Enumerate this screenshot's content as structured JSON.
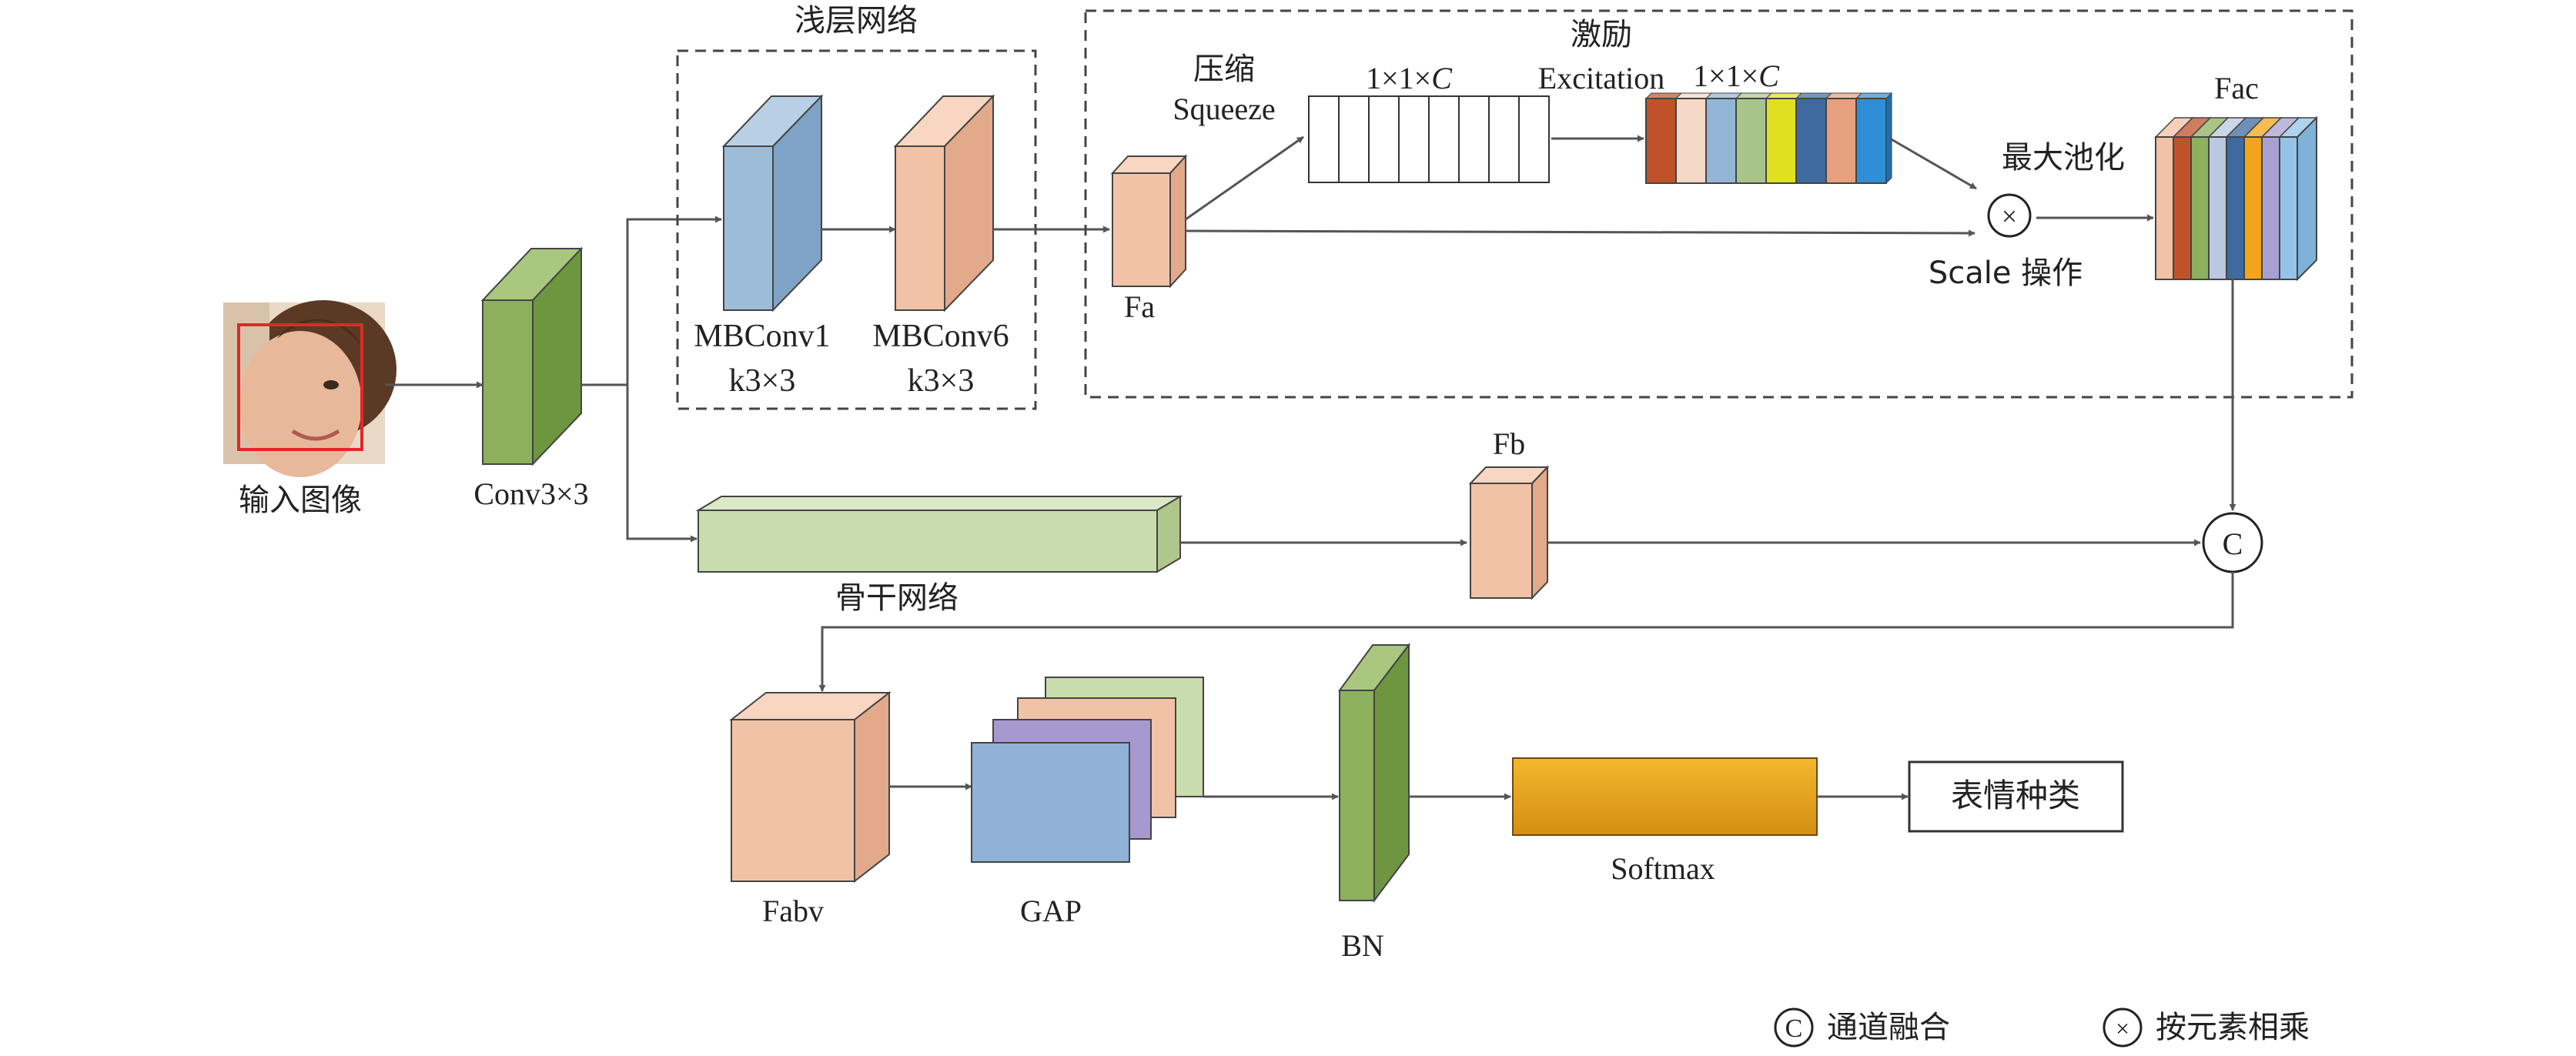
{
  "input": {
    "label": "输入图像"
  },
  "conv": {
    "label": "Conv3×3"
  },
  "shallow": {
    "title": "浅层网络",
    "block1": {
      "name": "MBConv1",
      "kernel": "k3×3"
    },
    "block2": {
      "name": "MBConv6",
      "kernel": "k3×3"
    }
  },
  "attention": {
    "fa_label": "Fa",
    "squeeze_cn": "压缩",
    "squeeze_en": "Squeeze",
    "excitation_cn": "激励",
    "excitation_en": "Excitation",
    "vec1_label": "1×1×C",
    "vec2_label": "1×1×C",
    "maxpool": "最大池化",
    "scale": "Scale 操作",
    "fac_label": "Fac",
    "multiply_symbol": "×"
  },
  "backbone": {
    "label": "骨干网络",
    "fb_label": "Fb"
  },
  "concat_symbol": "C",
  "lower": {
    "fabv": "Fabv",
    "gap": "GAP",
    "bn": "BN",
    "softmax": "Softmax",
    "output": "表情种类"
  },
  "legend": {
    "concat_symbol": "C",
    "concat_text": "通道融合",
    "multiply_symbol": "×",
    "multiply_text": "按元素相乘"
  },
  "colors": {
    "green": "#8CB05C",
    "blue": "#9DBCD8",
    "peach": "#F2C2A6",
    "light_green": "#C9DCAE",
    "softmax_gold": "#E7A21F",
    "excitation_bars": [
      "#C0522A",
      "#F5D8C6",
      "#93B6D6",
      "#A9C48A",
      "#E0E020",
      "#3F6AA0",
      "#E7A07E",
      "#2E8FD6"
    ],
    "fac_bars": [
      "#F2C2A6",
      "#C0522A",
      "#8CB05C",
      "#B9C9E0",
      "#3F6AA0",
      "#F2A51A",
      "#A8A0D0",
      "#93C4E6"
    ]
  }
}
